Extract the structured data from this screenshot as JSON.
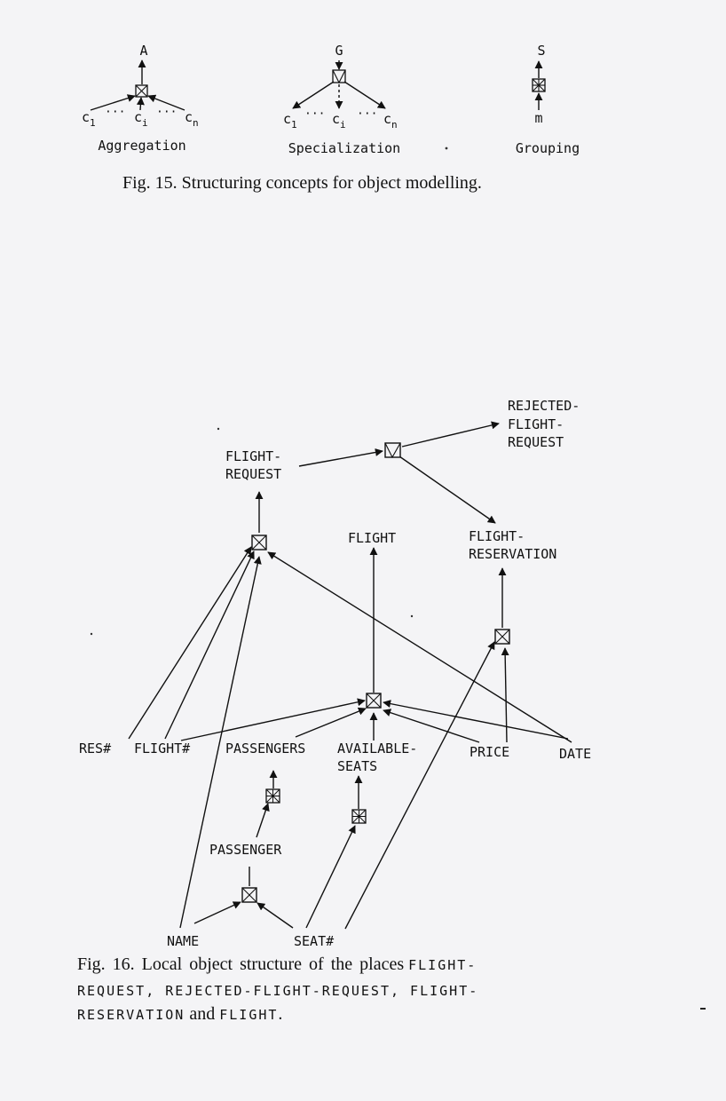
{
  "fig15": {
    "aggregation": {
      "top": "A",
      "c1": "c",
      "s1": "1",
      "ci": "c",
      "si": "i",
      "cn": "c",
      "sn": "n",
      "dots": "···",
      "caption": "Aggregation"
    },
    "specialization": {
      "top": "G",
      "c1": "c",
      "s1": "1",
      "ci": "c",
      "si": "i",
      "cn": "c",
      "sn": "n",
      "dots": "···",
      "caption": "Specialization"
    },
    "grouping": {
      "top": "S",
      "bottom": "m",
      "caption": "Grouping"
    },
    "caption": "Fig. 15. Structuring concepts for object modelling."
  },
  "fig16": {
    "nodes": {
      "flight_request": [
        "FLIGHT-",
        "REQUEST"
      ],
      "rejected_flight_request": [
        "REJECTED-",
        "FLIGHT-",
        "REQUEST"
      ],
      "flight": "FLIGHT",
      "flight_reservation": [
        "FLIGHT-",
        "RESERVATION"
      ],
      "res_no": "RES#",
      "flight_no": "FLIGHT#",
      "passengers": "PASSENGERS",
      "available_seats": [
        "AVAILABLE-",
        "SEATS"
      ],
      "price": "PRICE",
      "date": "DATE",
      "passenger": "PASSENGER",
      "name": "NAME",
      "seat_no": "SEAT#"
    },
    "caption": {
      "prefix": "Fig. 16. Local object structure of the places",
      "t1": "FLIGHT-",
      "t2": "REQUEST, REJECTED-FLIGHT-REQUEST, FLIGHT-",
      "t3": "RESERVATION",
      "and": " and ",
      "t4": "FLIGHT",
      "end": "."
    }
  }
}
